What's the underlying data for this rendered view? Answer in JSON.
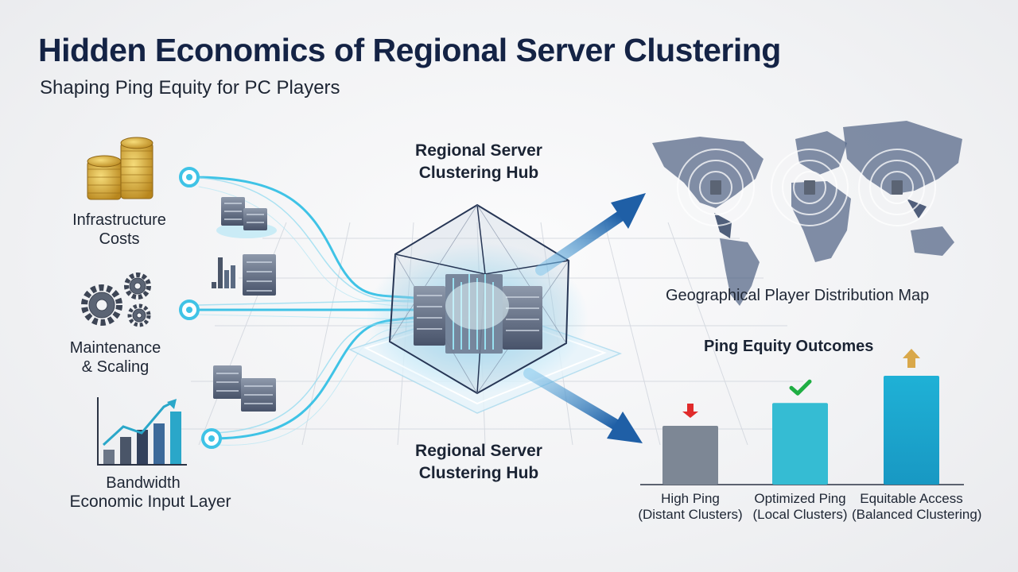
{
  "title": "Hidden Economics of Regional Server Clustering",
  "subtitle": "Shaping Ping Equity for PC Players",
  "inputs": {
    "infrastructure": "Infrastructure Costs",
    "infrastructure_line1": "Infrastructure",
    "infrastructure_line2": "Costs",
    "maintenance_line1": "Maintenance",
    "maintenance_line2": "& Scaling",
    "bandwidth": "Bandwidth",
    "layer_label": "Economic Input Layer"
  },
  "hub": {
    "top_line1": "Regional Server",
    "top_line2": "Clustering Hub",
    "bottom_line1": "Regional Server",
    "bottom_line2": "Clustering Hub"
  },
  "map": {
    "label": "Geographical Player Distribution Map"
  },
  "outcomes": {
    "title": "Ping Equity Outcomes",
    "bars": [
      {
        "label": "High Ping",
        "sublabel": "(Distant Clusters)",
        "level": 0.54,
        "color": "#7d8795",
        "indicator": "down-arrow-icon"
      },
      {
        "label": "Optimized Ping",
        "sublabel": "(Local Clusters)",
        "level": 0.75,
        "color": "#35bcd3",
        "indicator": "checkmark-icon"
      },
      {
        "label": "Equitable Access",
        "sublabel": "(Balanced Clustering)",
        "level": 1.0,
        "color": "#1ea8cd",
        "indicator": "up-arrow-icon"
      }
    ]
  },
  "colors": {
    "title": "#142345",
    "connector": "#3fc3e6",
    "arrow": "#1e6fb4",
    "indicator_down": "#e02b2b",
    "indicator_check": "#1fae43",
    "indicator_up": "#d9a84a"
  }
}
